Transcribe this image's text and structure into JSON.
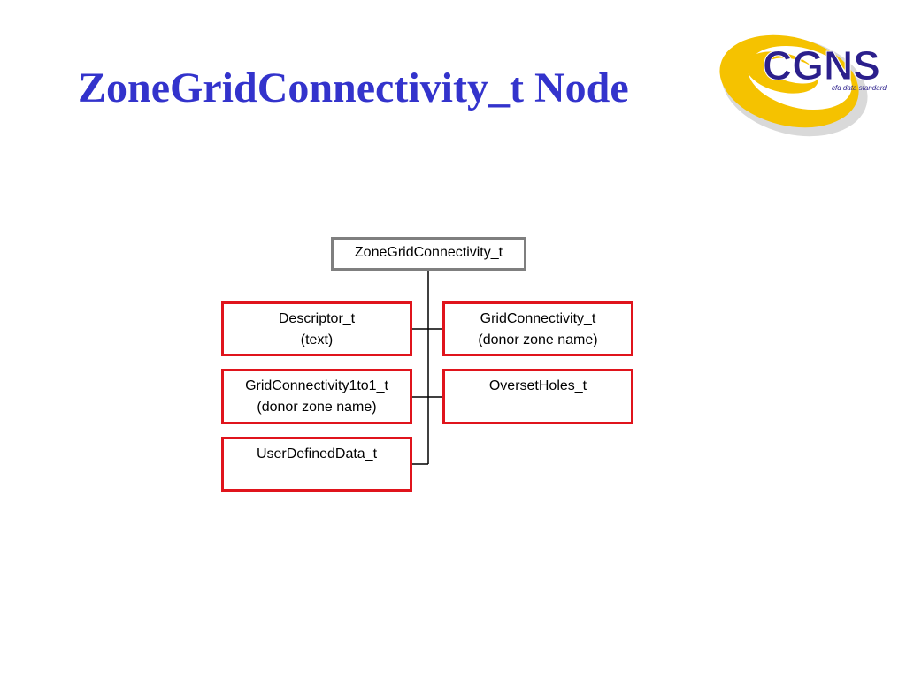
{
  "slide": {
    "title": "ZoneGridConnectivity_t Node"
  },
  "logo": {
    "text": "CGNS",
    "tagline": "cfd data standard"
  },
  "diagram": {
    "root": {
      "label": "ZoneGridConnectivity_t"
    },
    "left_children": [
      {
        "name": "Descriptor_t",
        "note": "(text)"
      },
      {
        "name": "GridConnectivity1to1_t",
        "note": "(donor zone name)"
      },
      {
        "name": "UserDefinedData_t",
        "note": ""
      }
    ],
    "right_children": [
      {
        "name": "GridConnectivity_t",
        "note": "(donor zone name)"
      },
      {
        "name": "OversetHoles_t",
        "note": ""
      }
    ]
  },
  "colors": {
    "title": "#3333cc",
    "root_border": "#7f7f7f",
    "child_border": "#e0141c",
    "connector": "#000000",
    "logo_swirl": "#f5c200",
    "logo_text": "#2b1f8c"
  }
}
